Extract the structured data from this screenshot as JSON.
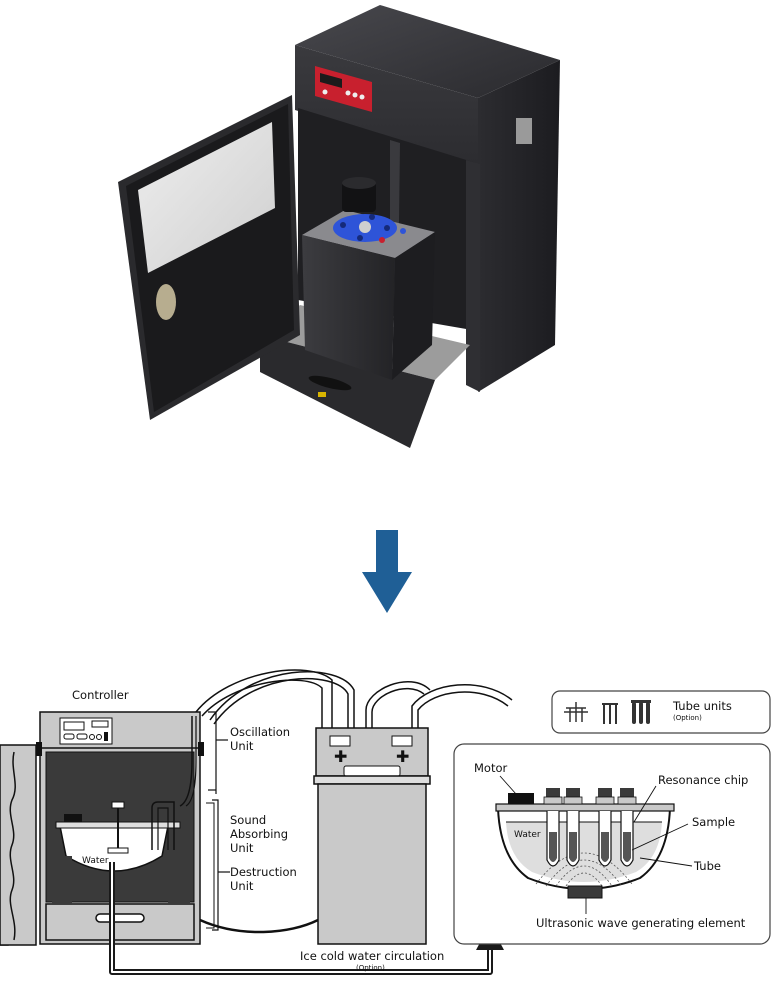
{
  "labels": {
    "controller": "Controller",
    "oscillation_line1": "Oscillation",
    "oscillation_line2": "Unit",
    "sound_line1": "Sound",
    "sound_line2": "Absorbing",
    "sound_line3": "Unit",
    "destruction_line1": "Destruction",
    "destruction_line2": "Unit",
    "water_left": "Water",
    "ice_water": "Ice cold water circulation",
    "ice_water_option": "(Option)",
    "tube_units": "Tube units",
    "tube_units_option": "(Option)",
    "motor": "Motor",
    "resonance_chip": "Resonance chip",
    "sample": "Sample",
    "tube": "Tube",
    "water_right": "Water",
    "ultrasonic": "Ultrasonic wave generating element"
  },
  "colors": {
    "arrow": "#1f5f96",
    "cabinet_dark": "#2b2b2e",
    "panel_red": "#c8202e",
    "schematic_gray": "#c9c9c9",
    "schematic_dark": "#3a3a3a",
    "bath_light": "#dedede"
  }
}
